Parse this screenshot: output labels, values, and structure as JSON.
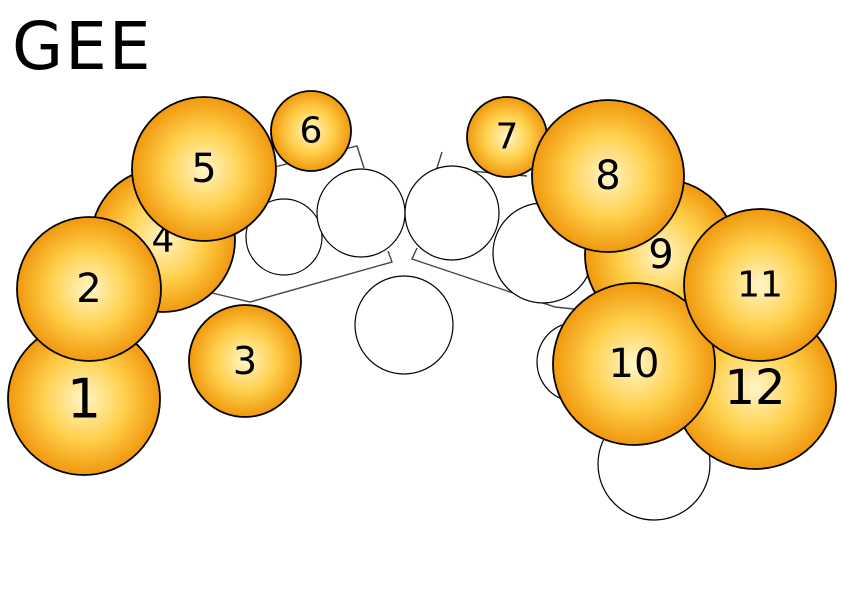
{
  "title": "GEE",
  "colors": {
    "highlight_inner": "#fff6c8",
    "highlight_mid": "#ffcf4a",
    "highlight_outer": "#f0980e",
    "outline": "#000000",
    "empty_fill": "#ffffff",
    "connector": "#444444"
  },
  "highlighted": [
    {
      "label": "1"
    },
    {
      "label": "2"
    },
    {
      "label": "3"
    },
    {
      "label": "4"
    },
    {
      "label": "5"
    },
    {
      "label": "6"
    },
    {
      "label": "7"
    },
    {
      "label": "8"
    },
    {
      "label": "9"
    },
    {
      "label": "10"
    },
    {
      "label": "11"
    },
    {
      "label": "12"
    }
  ]
}
